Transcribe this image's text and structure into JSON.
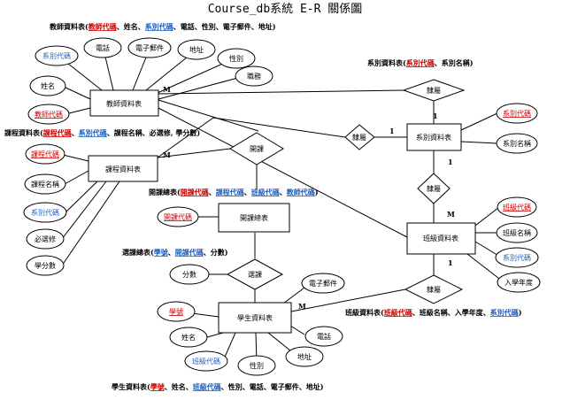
{
  "title": "Course_db系統 E-R 關係圖",
  "entities": {
    "teacher": "教師資料表",
    "course": "課程資料表",
    "opening": "開課總表",
    "student": "學生資料表",
    "dept": "系別資料表",
    "class": "班級資料表"
  },
  "relations": {
    "belong_teacher_dept": "隸屬",
    "belong_course_dept": "隸屬",
    "belong_class_dept": "隸屬",
    "belong_student_class": "隸屬",
    "open": "開課",
    "select": "選課"
  },
  "attributes": {
    "teacher": [
      "系別代碼",
      "電話",
      "電子郵件",
      "地址",
      "性別",
      "職務",
      "姓名",
      "教師代碼"
    ],
    "course": [
      "課程代碼",
      "課程名稱",
      "系別代碼",
      "必選修",
      "學分數"
    ],
    "opening": [
      "開課代碼"
    ],
    "select": [
      "分數"
    ],
    "student": [
      "學號",
      "姓名",
      "班級代碼",
      "性別",
      "地址",
      "電話",
      "電子郵件"
    ],
    "dept": [
      "系別代碼",
      "系別名稱"
    ],
    "class": [
      "班級代碼",
      "班級名稱",
      "系別代碼",
      "入學年度"
    ]
  },
  "cardinality": {
    "teacher_M": "M",
    "course_M": "M",
    "student_M": "M",
    "dept_1a": "1",
    "dept_1b": "1",
    "dept_1c": "1",
    "class_M": "M",
    "class_1": "1"
  },
  "schemas": {
    "teacher": {
      "prefix": "教師資料表(",
      "items": [
        {
          "text": "教師代碼",
          "style": "red"
        },
        {
          "text": "、姓名、",
          "style": "plain"
        },
        {
          "text": "系別代碼",
          "style": "blue"
        },
        {
          "text": "、電話、性別、電子郵件、地址)",
          "style": "plain"
        }
      ]
    },
    "course": {
      "prefix": "課程資料表(",
      "items": [
        {
          "text": "課程代碼",
          "style": "red"
        },
        {
          "text": "、",
          "style": "plain"
        },
        {
          "text": "系別代碼",
          "style": "blue"
        },
        {
          "text": "、課程名稱、必選修, 學分數)",
          "style": "plain"
        }
      ]
    },
    "dept": {
      "prefix": "系別資料表(",
      "items": [
        {
          "text": "系別代碼",
          "style": "red"
        },
        {
          "text": "、系別名稱)",
          "style": "plain"
        }
      ]
    },
    "opening": {
      "prefix": "開課總表(",
      "items": [
        {
          "text": "開課代碼",
          "style": "red"
        },
        {
          "text": "、",
          "style": "plain"
        },
        {
          "text": "課程代碼",
          "style": "blue"
        },
        {
          "text": "、",
          "style": "plain"
        },
        {
          "text": "班級代碼",
          "style": "blue"
        },
        {
          "text": "、",
          "style": "plain"
        },
        {
          "text": "教師代碼",
          "style": "blue"
        },
        {
          "text": ")",
          "style": "plain"
        }
      ]
    },
    "select": {
      "prefix": "選課總表(",
      "items": [
        {
          "text": "學號",
          "style": "blue"
        },
        {
          "text": "、",
          "style": "plain"
        },
        {
          "text": "開課代碼",
          "style": "blue"
        },
        {
          "text": "、分數)",
          "style": "plain"
        }
      ]
    },
    "class": {
      "prefix": "班級資料表(",
      "items": [
        {
          "text": "班級代碼",
          "style": "red"
        },
        {
          "text": "、班級名稱、入學年度、",
          "style": "plain"
        },
        {
          "text": "系別代碼",
          "style": "blue"
        },
        {
          "text": ")",
          "style": "plain"
        }
      ]
    },
    "student": {
      "prefix": "學生資料表(",
      "items": [
        {
          "text": "學號",
          "style": "red"
        },
        {
          "text": "、姓名、",
          "style": "plain"
        },
        {
          "text": "班級代碼",
          "style": "blue"
        },
        {
          "text": "、性別、電話、電子郵件、地址)",
          "style": "plain"
        }
      ]
    }
  },
  "colors": {
    "key_primary": "#cc0000",
    "key_foreign": "#1f5fbf",
    "line": "#000000"
  }
}
